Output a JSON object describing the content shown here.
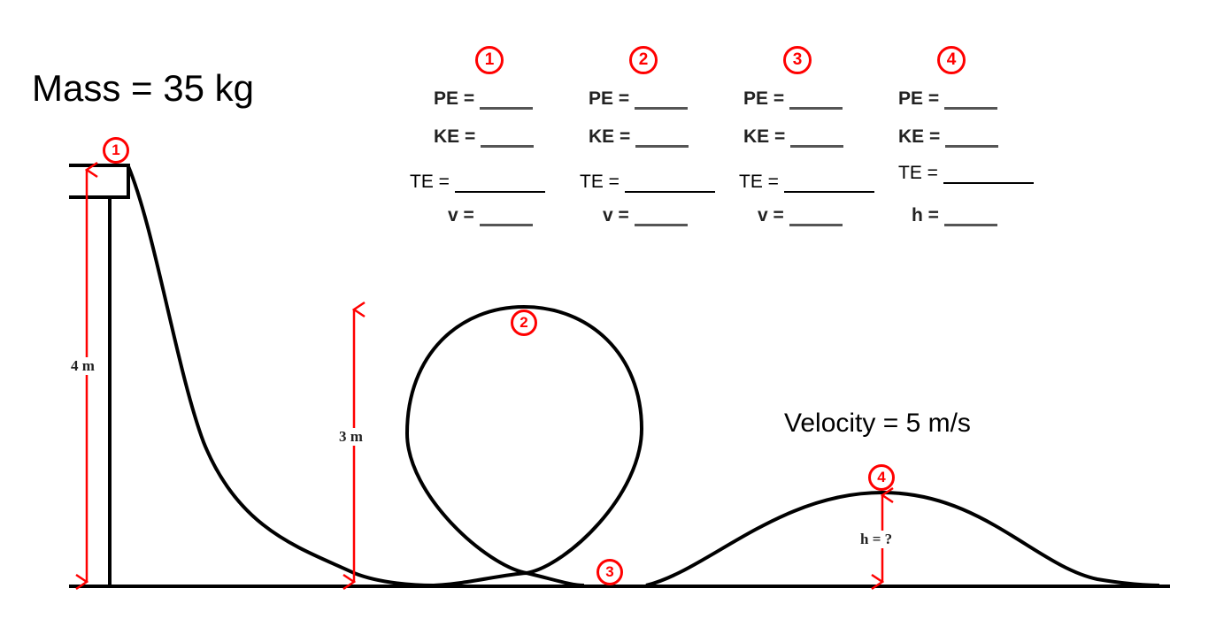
{
  "mass_label": "Mass = 35 kg",
  "velocity_label": "Velocity = 5 m/s",
  "colors": {
    "marker": "#ff0000",
    "track": "#000000"
  },
  "points": [
    {
      "number": "1",
      "rows": [
        "PE =",
        "KE =",
        "TE =",
        "v ="
      ]
    },
    {
      "number": "2",
      "rows": [
        "PE =",
        "KE =",
        "TE =",
        "v ="
      ]
    },
    {
      "number": "3",
      "rows": [
        "PE =",
        "KE =",
        "TE =",
        "v ="
      ]
    },
    {
      "number": "4",
      "rows": [
        "PE =",
        "KE =",
        "TE =",
        "h ="
      ]
    }
  ],
  "diagram": {
    "height_1": "4 m",
    "height_2": "3 m",
    "height_4": "h = ?",
    "markers": [
      "1",
      "2",
      "3",
      "4"
    ]
  }
}
